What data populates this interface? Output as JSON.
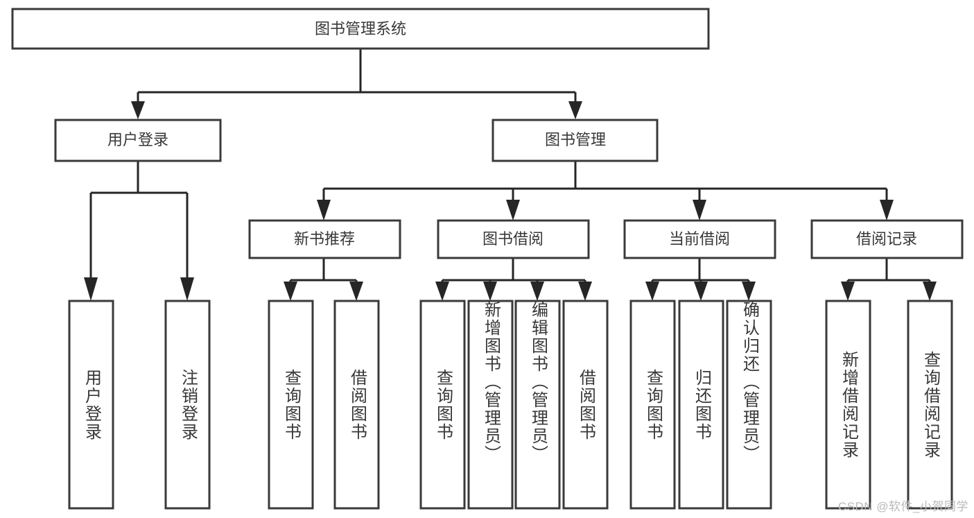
{
  "diagram": {
    "title": "图书管理系统",
    "type": "hierarchy-tree",
    "watermark": "CSDN @软件_小贺同学",
    "colors": {
      "box_stroke": "#3a3a3a",
      "connector": "#262626",
      "text": "#37373a",
      "background": "#ffffff",
      "watermark": "#b9b9b9"
    },
    "levels": {
      "root": {
        "label": "图书管理系统"
      },
      "level2": [
        {
          "id": "user-login",
          "label": "用户登录"
        },
        {
          "id": "book-management",
          "label": "图书管理"
        }
      ],
      "level3": [
        {
          "id": "new-book-recommend",
          "label": "新书推荐",
          "parent": "book-management"
        },
        {
          "id": "book-borrow",
          "label": "图书借阅",
          "parent": "book-management"
        },
        {
          "id": "current-borrow",
          "label": "当前借阅",
          "parent": "book-management"
        },
        {
          "id": "borrow-record",
          "label": "借阅记录",
          "parent": "book-management"
        }
      ],
      "leaves": [
        {
          "id": "leaf-user-login",
          "label": "用户登录",
          "parent": "user-login"
        },
        {
          "id": "leaf-logout-login",
          "label": "注销登录",
          "parent": "user-login"
        },
        {
          "id": "leaf-query-book-1",
          "label": "查询图书",
          "parent": "new-book-recommend"
        },
        {
          "id": "leaf-borrow-book-1",
          "label": "借阅图书",
          "parent": "new-book-recommend"
        },
        {
          "id": "leaf-query-book-2",
          "label": "查询图书",
          "parent": "book-borrow"
        },
        {
          "id": "leaf-add-book",
          "label": "新增图书（管理员）",
          "parent": "book-borrow"
        },
        {
          "id": "leaf-edit-book",
          "label": "编辑图书（管理员）",
          "parent": "book-borrow"
        },
        {
          "id": "leaf-borrow-book-2",
          "label": "借阅图书",
          "parent": "book-borrow"
        },
        {
          "id": "leaf-query-book-3",
          "label": "查询图书",
          "parent": "current-borrow"
        },
        {
          "id": "leaf-return-book",
          "label": "归还图书",
          "parent": "current-borrow"
        },
        {
          "id": "leaf-confirm-return",
          "label": "确认归还（管理员）",
          "parent": "current-borrow"
        },
        {
          "id": "leaf-add-borrow-record",
          "label": "新增借阅记录",
          "parent": "borrow-record"
        },
        {
          "id": "leaf-query-borrow-record",
          "label": "查询借阅记录",
          "parent": "borrow-record"
        }
      ]
    }
  }
}
